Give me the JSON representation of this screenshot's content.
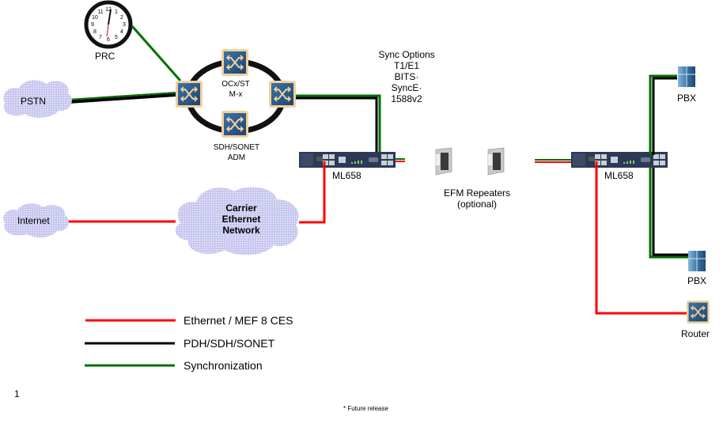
{
  "diagram": {
    "nodes": {
      "prc": {
        "label": "PRC",
        "icon": "clock-icon"
      },
      "pstn": {
        "label": "PSTN",
        "icon": "cloud-icon"
      },
      "ring": {
        "label_top": "OCx/ST",
        "label_top2": "M-x",
        "label_bottom": "SDH/SONET",
        "label_bottom2": "ADM",
        "icon": "switch-icon"
      },
      "sync_options": {
        "title": "Sync Options",
        "items": [
          "T1/E1",
          "BITS·",
          "SyncE·",
          "1588v2"
        ]
      },
      "ml658_left": {
        "label": "ML658"
      },
      "ml658_right": {
        "label": "ML658"
      },
      "efm": {
        "label": "EFM Repeaters",
        "sublabel": "(optional)"
      },
      "internet": {
        "label": "Internet"
      },
      "carrier": {
        "label_lines": [
          "Carrier",
          "Ethernet",
          "Network"
        ]
      },
      "pbx_top": {
        "label": "PBX"
      },
      "pbx_bottom": {
        "label": "PBX"
      },
      "router": {
        "label": "Router"
      }
    },
    "legend": [
      {
        "label": "Ethernet / MEF 8 CES",
        "color": "#ff0000"
      },
      {
        "label": "PDH/SDH/SONET",
        "color": "#000000"
      },
      {
        "label": "Synchronization",
        "color": "#007000"
      }
    ],
    "page_number": "1",
    "footnote": "* Future release",
    "colors": {
      "ethernet": "#ff0000",
      "pdh": "#000000",
      "sync": "#007000",
      "switch_blue": "#2a5d8c",
      "switch_edge": "#f0c890",
      "cloud": "#c8c8f0",
      "device": "#2c3a55"
    }
  }
}
